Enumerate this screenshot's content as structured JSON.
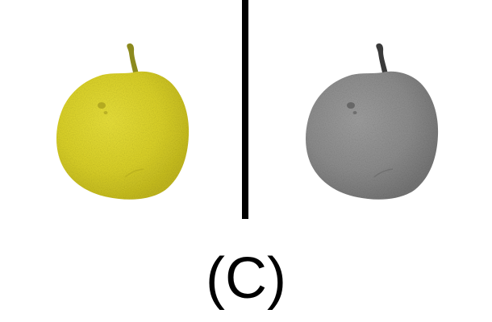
{
  "figure": {
    "panel_label": "(C)",
    "left_image": {
      "subject": "pear",
      "rendering": "color",
      "color": "#d8d02a"
    },
    "right_image": {
      "subject": "pear",
      "rendering": "grayscale",
      "color": "#8a8a8a"
    },
    "divider_color": "#000000"
  }
}
